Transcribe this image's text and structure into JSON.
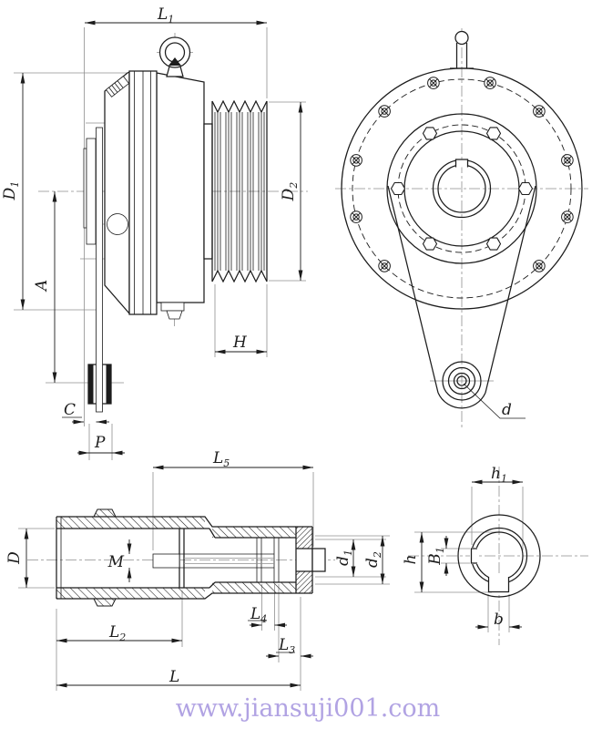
{
  "watermark": {
    "text": "www.jiansuji001.com",
    "color": "#b1a3e3"
  },
  "palette": {
    "ink": "#1c1c1c",
    "aux_line": "#8f8f8f",
    "paper": "#ffffff"
  },
  "dims": {
    "L1": {
      "main": "L",
      "sub": "1"
    },
    "D1": {
      "main": "D",
      "sub": "1"
    },
    "D2": {
      "main": "D",
      "sub": "2"
    },
    "A": {
      "main": "A",
      "sub": ""
    },
    "H": {
      "main": "H",
      "sub": ""
    },
    "C": {
      "main": "C",
      "sub": ""
    },
    "P": {
      "main": "P",
      "sub": ""
    },
    "d": {
      "main": "d",
      "sub": ""
    },
    "L5": {
      "main": "L",
      "sub": "5"
    },
    "D": {
      "main": "D",
      "sub": ""
    },
    "M": {
      "main": "M",
      "sub": ""
    },
    "L2": {
      "main": "L",
      "sub": "2"
    },
    "L4": {
      "main": "L",
      "sub": "4"
    },
    "L3": {
      "main": "L",
      "sub": "3"
    },
    "L": {
      "main": "L",
      "sub": ""
    },
    "d1": {
      "main": "d",
      "sub": "1"
    },
    "d2": {
      "main": "d",
      "sub": "2"
    },
    "h1": {
      "main": "h",
      "sub": "1"
    },
    "h": {
      "main": "h",
      "sub": ""
    },
    "B1": {
      "main": "B",
      "sub": "1"
    },
    "b": {
      "main": "b",
      "sub": ""
    }
  }
}
